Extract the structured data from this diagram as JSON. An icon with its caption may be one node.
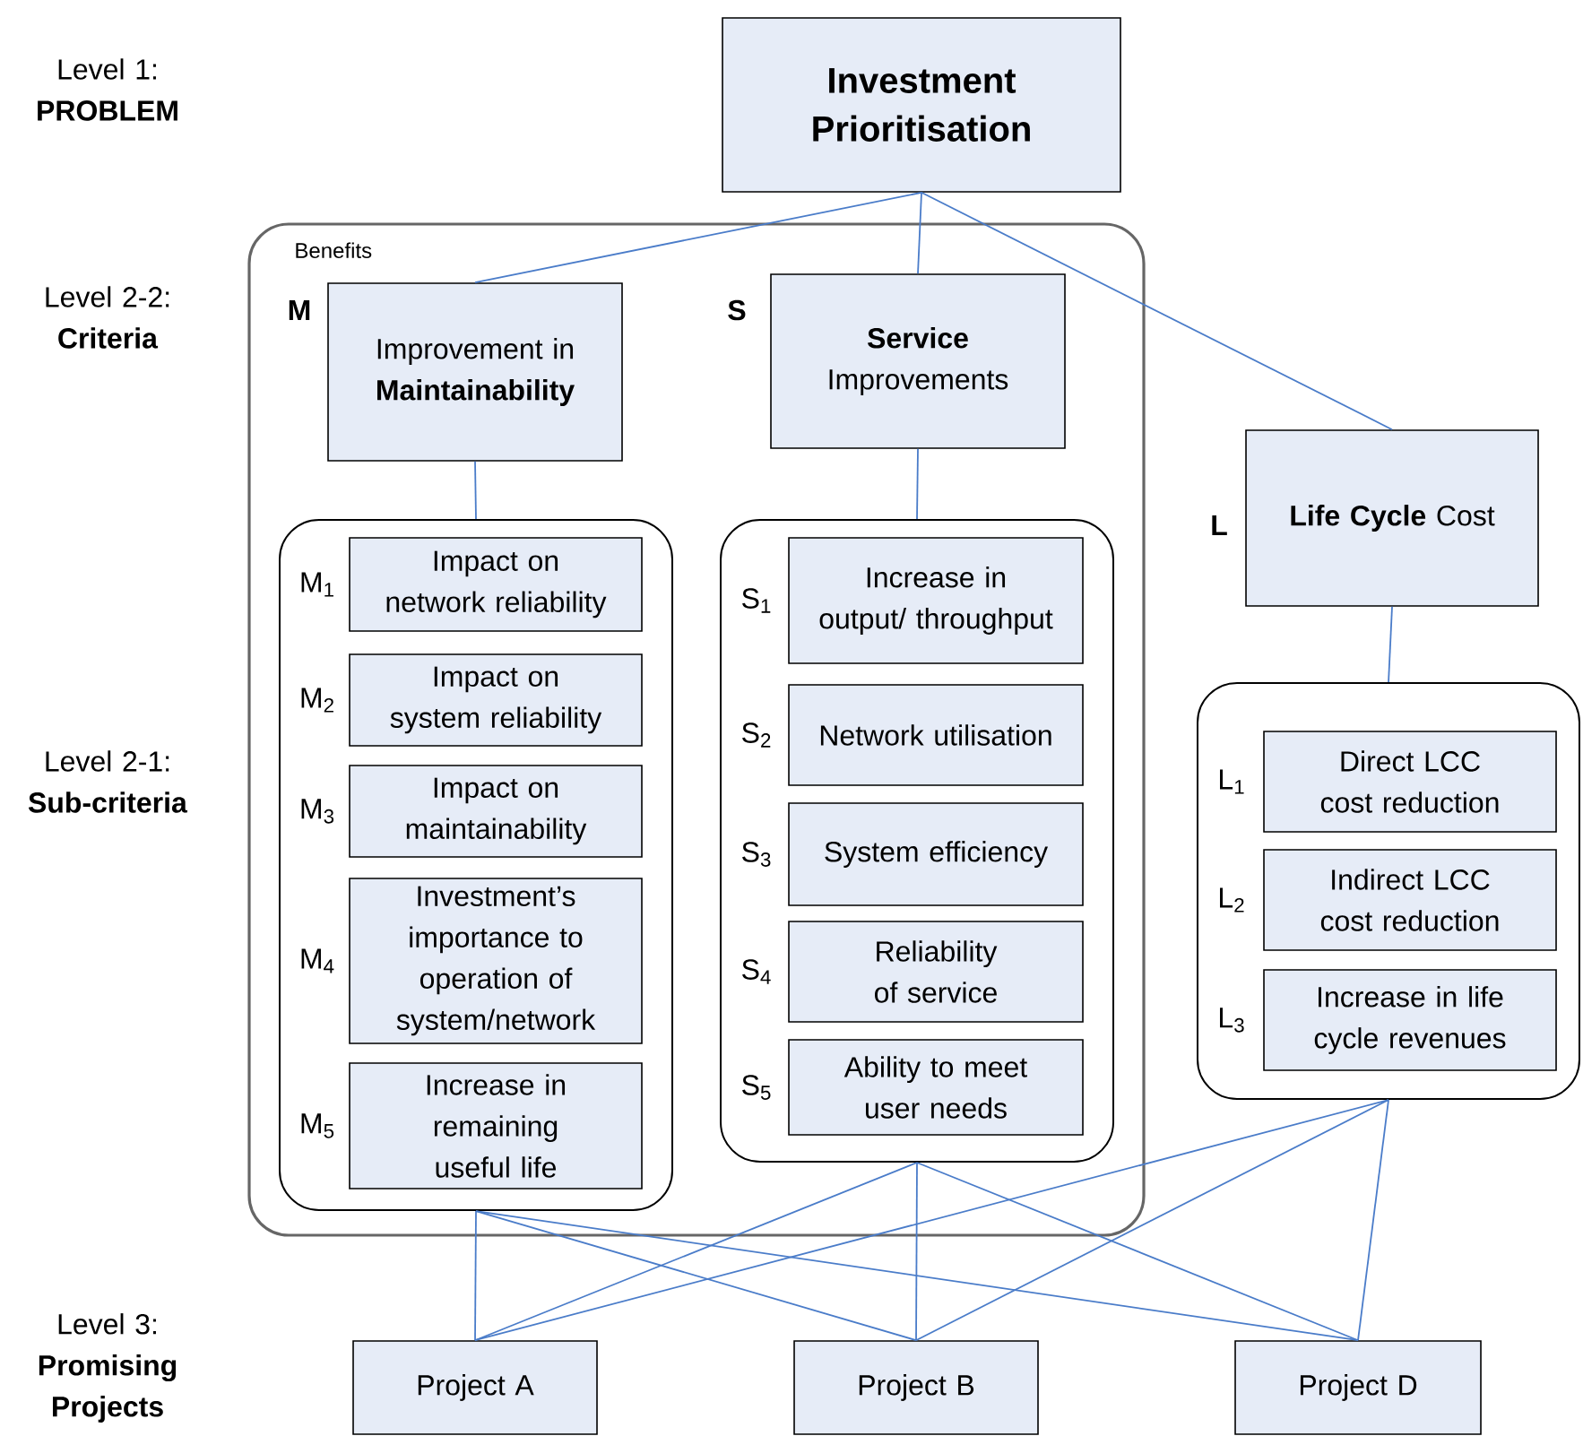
{
  "diagram": {
    "nodes": [
      {
        "text": [
          "Investment Prioritisation"
        ]
      },
      {
        "text": [
          "Benefits"
        ]
      },
      {
        "text": [
          "Improvement in **Maintainability**"
        ],
        "beside": [
          "M"
        ],
        "in": 1
      },
      {
        "text": [
          "**Service** Improvements"
        ],
        "beside": [
          "S"
        ],
        "in": 1
      },
      {
        "text": [
          "**Life Cycle** Cost"
        ],
        "beside": [
          "L"
        ]
      },
      {
        "text": [],
        "shape": "box",
        "in": 1
      },
      {
        "text": [
          "Impact on network reliability"
        ],
        "beside": [
          "M$_{1}$"
        ],
        "in": 5
      },
      {
        "text": [
          "Impact on system reliability"
        ],
        "beside": [
          "M$_{2}$"
        ],
        "in": 5
      },
      {
        "text": [
          "Impact on maintainability"
        ],
        "beside": [
          "M$_{3}$"
        ],
        "in": 5
      },
      {
        "text": [
          "Investment’s importance to operation of system/network"
        ],
        "beside": [
          "M$_{4}$"
        ],
        "in": 5
      },
      {
        "text": [
          "Increase in remaining useful life"
        ],
        "beside": [
          "M$_{5}$"
        ],
        "in": 5
      },
      {
        "text": [],
        "shape": "box",
        "in": 1
      },
      {
        "text": [
          "Increase in output/ throughput"
        ],
        "beside": [
          "S$_{1}$"
        ],
        "in": 11
      },
      {
        "text": [
          "Network utilisation"
        ],
        "beside": [
          "S$_{2}$"
        ],
        "in": 11
      },
      {
        "text": [
          "System efficiency"
        ],
        "beside": [
          "S$_{3}$"
        ],
        "in": 11
      },
      {
        "text": [
          "Reliability of service"
        ],
        "beside": [
          "S$_{4}$"
        ],
        "in": 11
      },
      {
        "text": [
          "Ability to meet user needs"
        ],
        "beside": [
          "S$_{5}$"
        ],
        "in": 11
      },
      {
        "text": [],
        "shape": "box"
      },
      {
        "text": [
          "Direct LCC cost reduction"
        ],
        "beside": [
          "L$_{1}$"
        ],
        "in": 17
      },
      {
        "text": [
          "Indirect LCC cost reduction"
        ],
        "beside": [
          "L$_{2}$"
        ],
        "in": 17
      },
      {
        "text": [
          "Increase in life cycle revenues"
        ],
        "beside": [
          "L$_{3}$"
        ],
        "in": 17
      },
      {
        "text": [
          "Project A"
        ]
      },
      {
        "text": [
          "Project B"
        ]
      },
      {
        "text": [
          "Project D"
        ]
      }
    ],
    "edges": [
      {
        "from": 0,
        "to": 2,
        "arrow": "none"
      },
      {
        "from": 0,
        "to": 3,
        "arrow": "none"
      },
      {
        "from": 0,
        "to": 4,
        "arrow": "none"
      },
      {
        "from": 2,
        "to": 5,
        "arrow": "none"
      },
      {
        "from": 3,
        "to": 11,
        "arrow": "none"
      },
      {
        "from": 4,
        "to": 17,
        "arrow": "none"
      },
      {
        "from": 5,
        "to": 21,
        "arrow": "none"
      },
      {
        "from": 5,
        "to": 22,
        "arrow": "none"
      },
      {
        "from": 5,
        "to": 23,
        "arrow": "none"
      },
      {
        "from": 11,
        "to": 21,
        "arrow": "none"
      },
      {
        "from": 11,
        "to": 22,
        "arrow": "none"
      },
      {
        "from": 11,
        "to": 23,
        "arrow": "none"
      },
      {
        "from": 17,
        "to": 21,
        "arrow": "none"
      },
      {
        "from": 17,
        "to": 22,
        "arrow": "none"
      },
      {
        "from": 17,
        "to": 23,
        "arrow": "none"
      }
    ],
    "labels": [
      "Level 1: **PROBLEM**",
      "Level 2-2: **Criteria**",
      "Level 2-1: **Sub-criteria**",
      "Level 3: **Promising Projects**"
    ]
  }
}
